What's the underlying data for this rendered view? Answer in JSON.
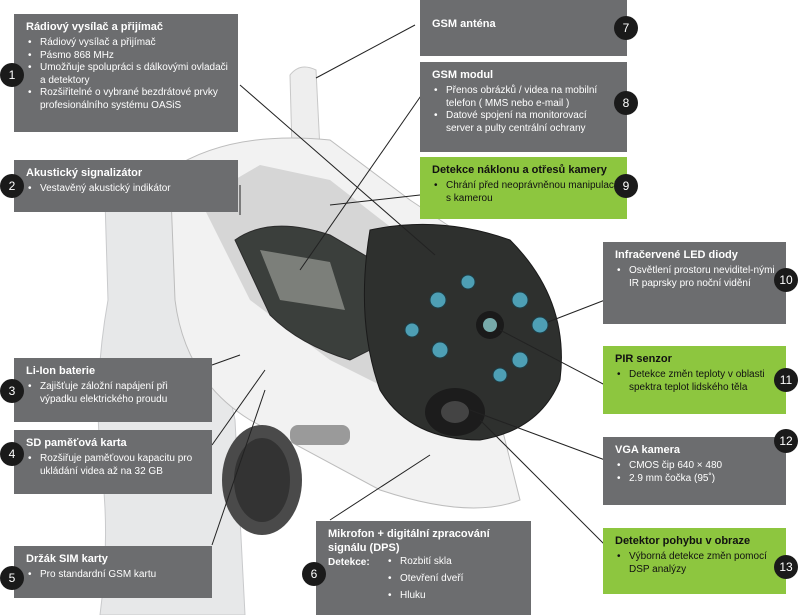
{
  "callouts": [
    {
      "num": "1",
      "title": "Rádiový vysílač a přijímač",
      "items": [
        "Rádiový vysílač a přijímač",
        "Pásmo 868 MHz",
        "Umožňuje spolupráci s dálkovými ovladači a detektory",
        "Rozšiřitelné o vybrané bezdrátové prvky profesionálního systému OASiS"
      ]
    },
    {
      "num": "2",
      "title": "Akustický signalizátor",
      "items": [
        "Vestavěný akustický indikátor"
      ]
    },
    {
      "num": "3",
      "title": "Li-Ion baterie",
      "items": [
        "Zajišťuje záložní napájení při výpadku elektrického proudu"
      ]
    },
    {
      "num": "4",
      "title": "SD paměťová karta",
      "items": [
        "Rozšiřuje paměťovou kapacitu pro ukládání videa až na 32 GB"
      ]
    },
    {
      "num": "5",
      "title": "Držák SIM karty",
      "items": [
        "Pro standardní GSM kartu"
      ]
    },
    {
      "num": "6",
      "title": "Mikrofon + digitální zpracování signálu (DPS)",
      "label": "Detekce:",
      "items": [
        "Rozbití skla",
        "Otevření dveří",
        "Hluku"
      ]
    },
    {
      "num": "7",
      "title": "GSM anténa",
      "items": []
    },
    {
      "num": "8",
      "title": "GSM modul",
      "items": [
        "Přenos obrázků / videa na mobilní telefon ( MMS nebo e-mail )",
        "Datové spojení na monitorovací server a pulty centrální ochrany"
      ]
    },
    {
      "num": "9",
      "title": "Detekce náklonu a otřesů kamery",
      "items": [
        "Chrání před neoprávněnou manipulací s kamerou"
      ]
    },
    {
      "num": "10",
      "title": "Infračervené LED diody",
      "items": [
        "Osvětlení prostoru neviditel-nými IR paprsky pro noční vidění"
      ]
    },
    {
      "num": "11",
      "title": "PIR senzor",
      "items": [
        "Detekce změn teploty v oblasti spektra teplot lidského těla"
      ]
    },
    {
      "num": "12",
      "title": "VGA kamera",
      "items": [
        "CMOS čip 640 × 480",
        "2.9 mm čočka (95˚)"
      ]
    },
    {
      "num": "13",
      "title": "Detektor pohybu v obraze",
      "items": [
        "Výborná detekce změn pomocí DSP analýzy"
      ]
    }
  ],
  "colors": {
    "gray_box": "#6c6d6f",
    "green_box": "#8dc63f",
    "badge": "#1a1a1a"
  }
}
